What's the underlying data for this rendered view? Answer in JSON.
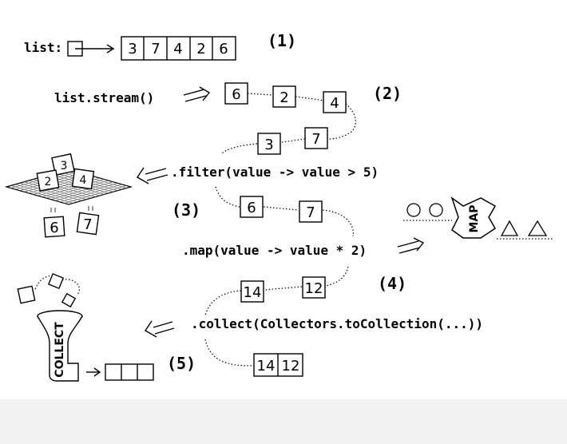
{
  "labels": {
    "list_var": "list:",
    "stream_call": "list.stream()",
    "filter_call": ".filter(value -> value > 5)",
    "map_call": ".map(value -> value * 2)",
    "collect_call": ".collect(Collectors.toCollection(...))",
    "step1": "(1)",
    "step2": "(2)",
    "step3": "(3)",
    "step4": "(4)",
    "step5": "(5)",
    "map_machine": "MAP",
    "collect_funnel": "COLLECT"
  },
  "list_values": [
    "3",
    "7",
    "4",
    "2",
    "6"
  ],
  "stream_elements": [
    "6",
    "2",
    "4",
    "7",
    "3"
  ],
  "filtered_out": [
    "3",
    "2",
    "4"
  ],
  "filter_passed": [
    "6",
    "7"
  ],
  "filter_output": [
    "6",
    "7"
  ],
  "map_output": [
    "12",
    "14"
  ],
  "collected": [
    "14",
    "12"
  ]
}
